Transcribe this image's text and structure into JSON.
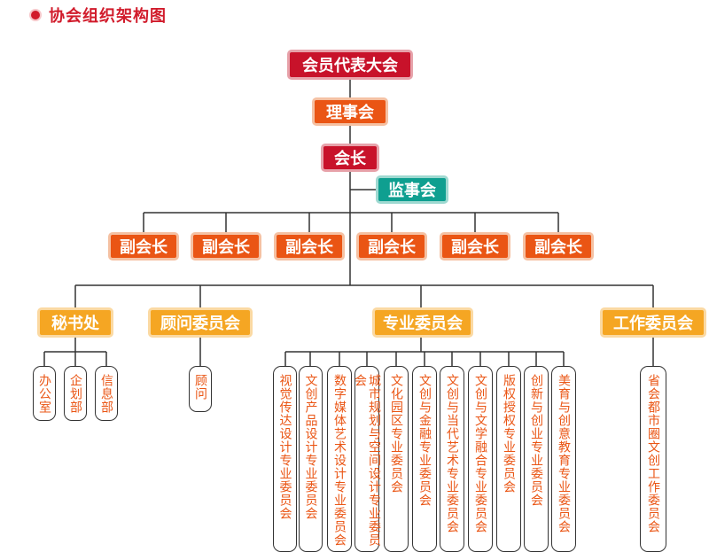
{
  "header": {
    "title": "协会组织架构图"
  },
  "colors": {
    "red": "#c8122a",
    "orange": "#ea5514",
    "teal": "#0f9f90",
    "gold": "#f5a623",
    "line": "#333333"
  },
  "nodes": {
    "congress": "会员代表大会",
    "council": "理事会",
    "president": "会长",
    "supervisory": "监事会",
    "vice_presidents": [
      "副会长",
      "副会长",
      "副会长",
      "副会长",
      "副会长",
      "副会长"
    ],
    "secretariat": {
      "label": "秘书处",
      "children": [
        "办公室",
        "企划部",
        "信息部"
      ]
    },
    "advisory": {
      "label": "顾问委员会",
      "children": [
        "顾问"
      ]
    },
    "professional": {
      "label": "专业委员会",
      "children": [
        "视觉传达设计专业委员会",
        "文创产品设计专业委员会",
        "数字媒体艺术设计专业委员会",
        "城市规划与空间设计专业委员会",
        "文化园区专业委员会",
        "文创与金融专业委员会",
        "文创与当代艺术专业委员会",
        "文创与文学融合专业委员会",
        "版权授权专业委员会",
        "创新与创业专业委员会",
        "美育与创意教育专业委员会"
      ]
    },
    "work": {
      "label": "工作委员会",
      "children": [
        "省会都市圈文创工作委员会"
      ]
    }
  }
}
